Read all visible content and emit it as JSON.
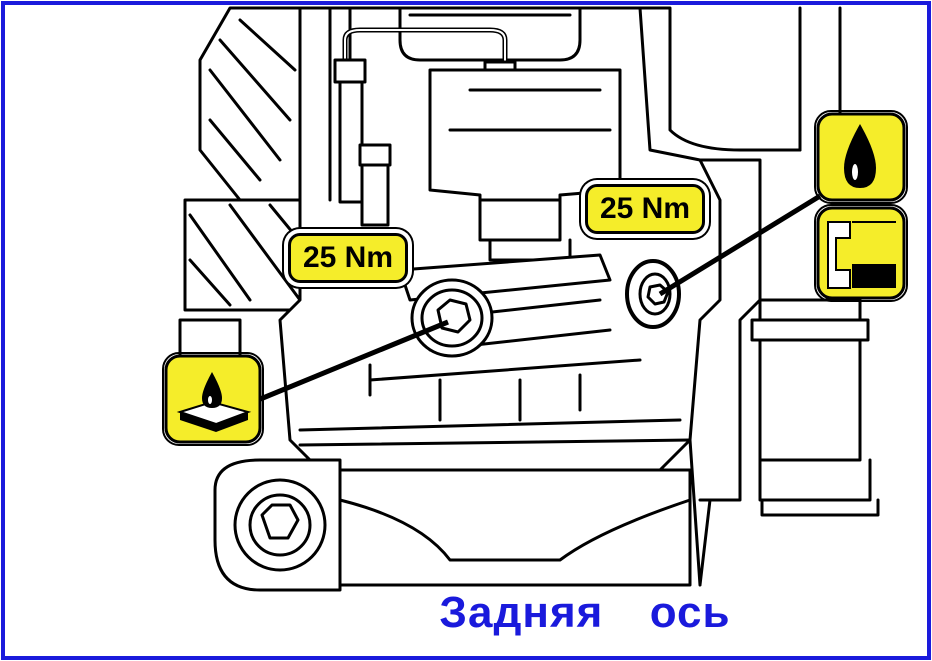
{
  "torque_labels": {
    "left": "25 Nm",
    "right": "25 Nm"
  },
  "caption": "Задняя  ось",
  "icons": {
    "fill_plug": "oil-drop-icon",
    "drain_plug": "oil-pan-drop-icon",
    "level_check": "oil-level-icon"
  },
  "colors": {
    "border": "#1a1adc",
    "caption": "#1a1adc",
    "badge": "#f5ed2a",
    "line_art": "#000000"
  }
}
